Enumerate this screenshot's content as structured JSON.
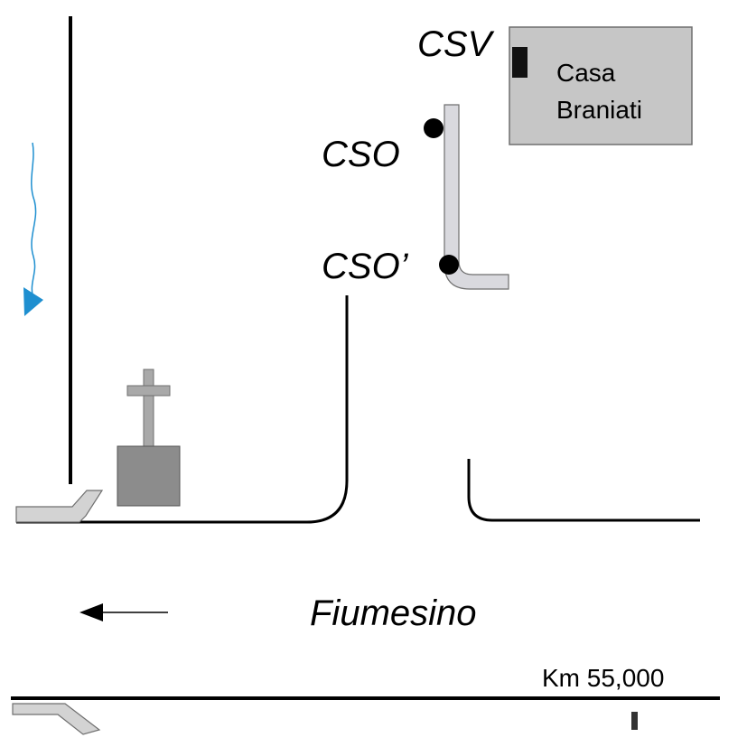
{
  "labels": {
    "csv": "CSV",
    "cso": "CSO",
    "cso_prime": "CSO’",
    "house_line1": "Casa",
    "house_line2": "Braniati",
    "river": "Fiumesino",
    "km_marker": "Km 55,000"
  },
  "colors": {
    "house_fill": "#c6c6c6",
    "pipe_fill": "#d9d9de",
    "tomb_fill": "#8c8c8c",
    "cross_fill": "#a9a9a9",
    "flow_arrow": "#1e8fd0",
    "line": "#000000"
  }
}
